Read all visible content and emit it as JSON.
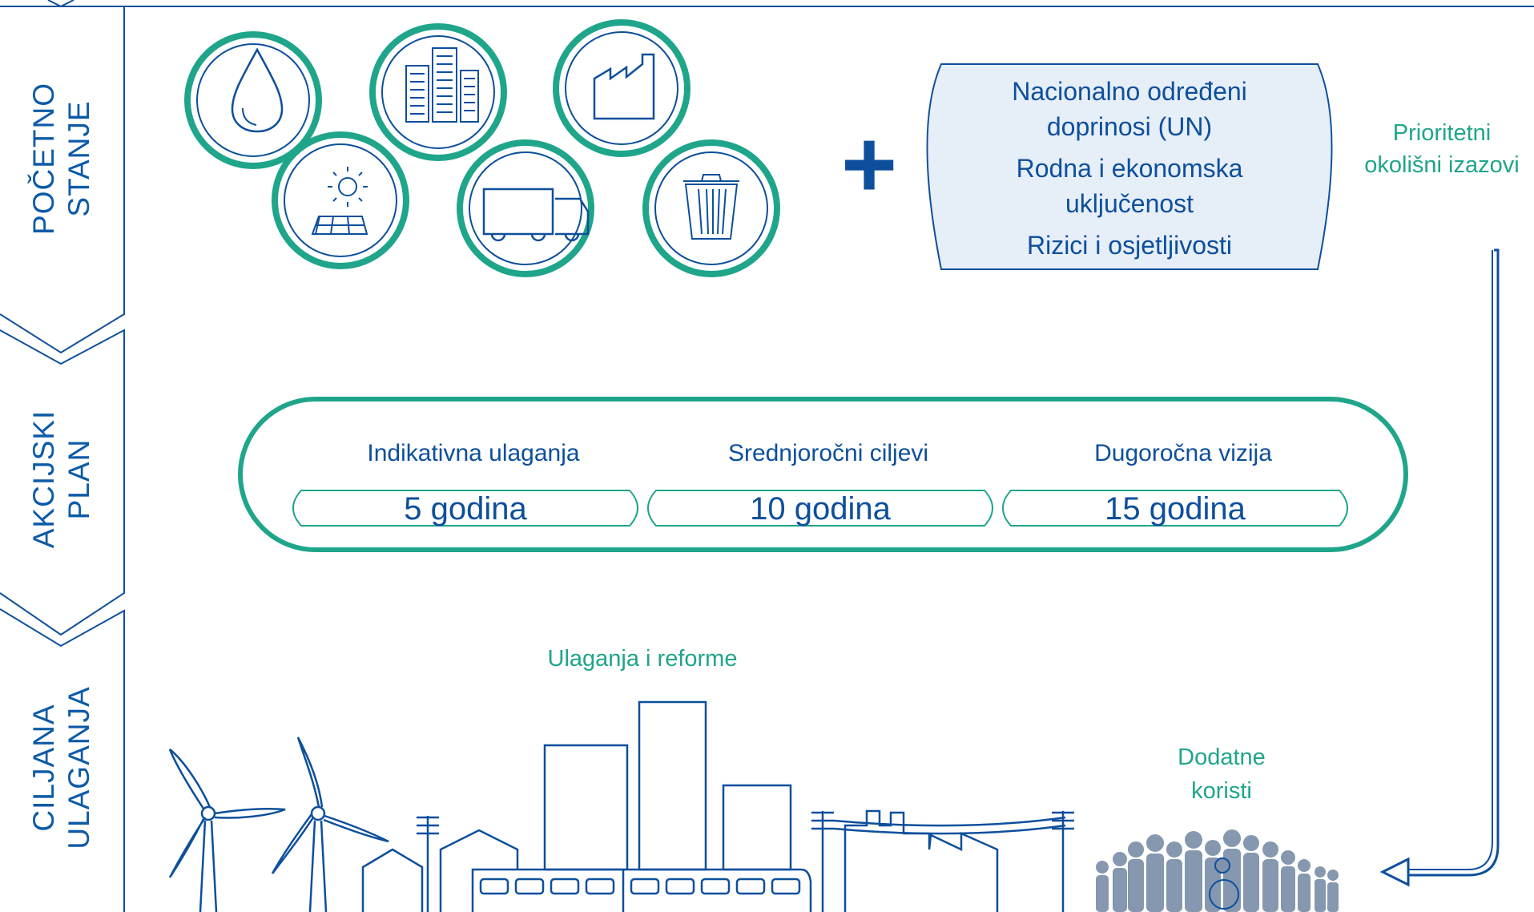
{
  "stages": {
    "pocetno": "POČETNO\nSTANJE",
    "akcijski": "AKCIJSKI\nPLAN",
    "ciljana": "CILJANA\nULAGANJA"
  },
  "icons": [
    "water-drop-icon",
    "buildings-icon",
    "factory-icon",
    "solar-panel-icon",
    "truck-icon",
    "trash-bin-icon"
  ],
  "plus_sign": "+",
  "commitments": {
    "line1": "Nacionalno određeni",
    "line2": "doprinosi (UN)",
    "line3": "Rodna i ekonomska",
    "line4": "uključenost",
    "line5": "Rizici i osjetljivosti"
  },
  "priority_label": "Prioritetni\nokolišni izazovi",
  "plan": {
    "items": [
      {
        "title": "Indikativna ulaganja",
        "period": "5 godina"
      },
      {
        "title": "Srednjoročni ciljevi",
        "period": "10 godina"
      },
      {
        "title": "Dugoročna vizija",
        "period": "15 godina"
      }
    ]
  },
  "investments_label": "Ulaganja i reforme",
  "benefits_label": "Dodatne\nkoristi",
  "colors": {
    "blue": "#0d4f9c",
    "teal": "#1fa58a",
    "pale_blue": "#e6eef8",
    "people": "#7f93ab"
  }
}
